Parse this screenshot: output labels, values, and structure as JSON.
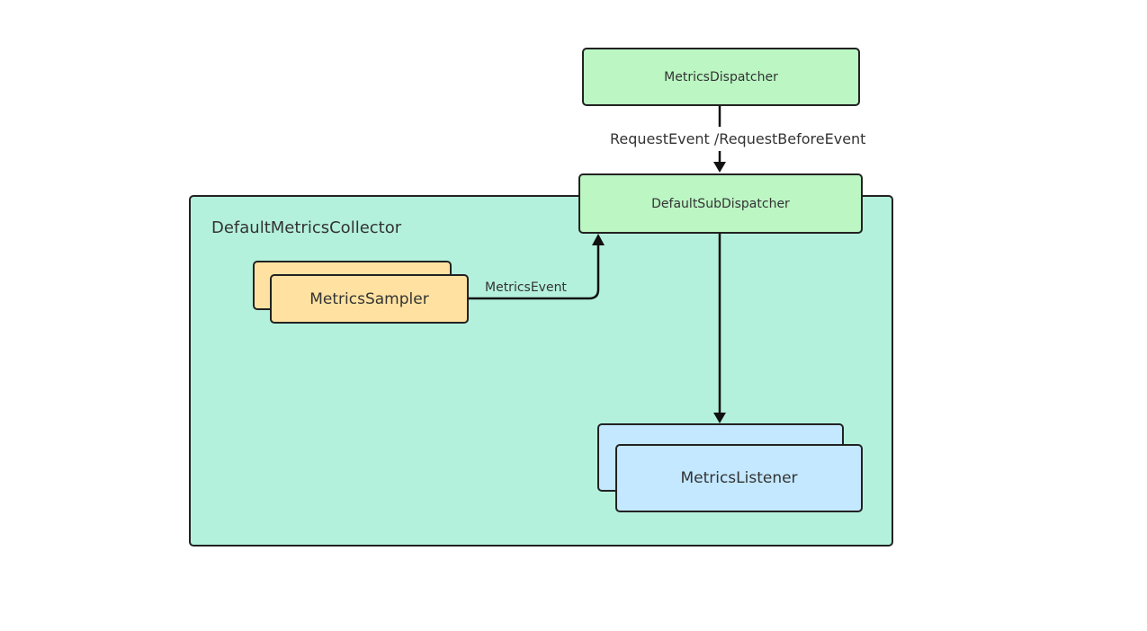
{
  "diagram": {
    "container": {
      "label": "DefaultMetricsCollector"
    },
    "nodes": {
      "dispatcher": {
        "label": "MetricsDispatcher"
      },
      "sub_dispatcher": {
        "label": "DefaultSubDispatcher"
      },
      "sampler": {
        "label": "MetricsSampler"
      },
      "listener": {
        "label": "MetricsListener"
      }
    },
    "edges": {
      "dispatcher_to_sub": {
        "label": "RequestEvent /RequestBeforeEvent"
      },
      "sampler_to_sub": {
        "label": "MetricsEvent"
      },
      "sub_to_listener": {
        "label": ""
      }
    },
    "colors": {
      "container_fill": "#b4f1dd",
      "dispatcher_fill": "#bbf6c3",
      "sampler_fill": "#ffe2a1",
      "listener_fill": "#c3e8ff",
      "stroke": "#222222"
    }
  }
}
